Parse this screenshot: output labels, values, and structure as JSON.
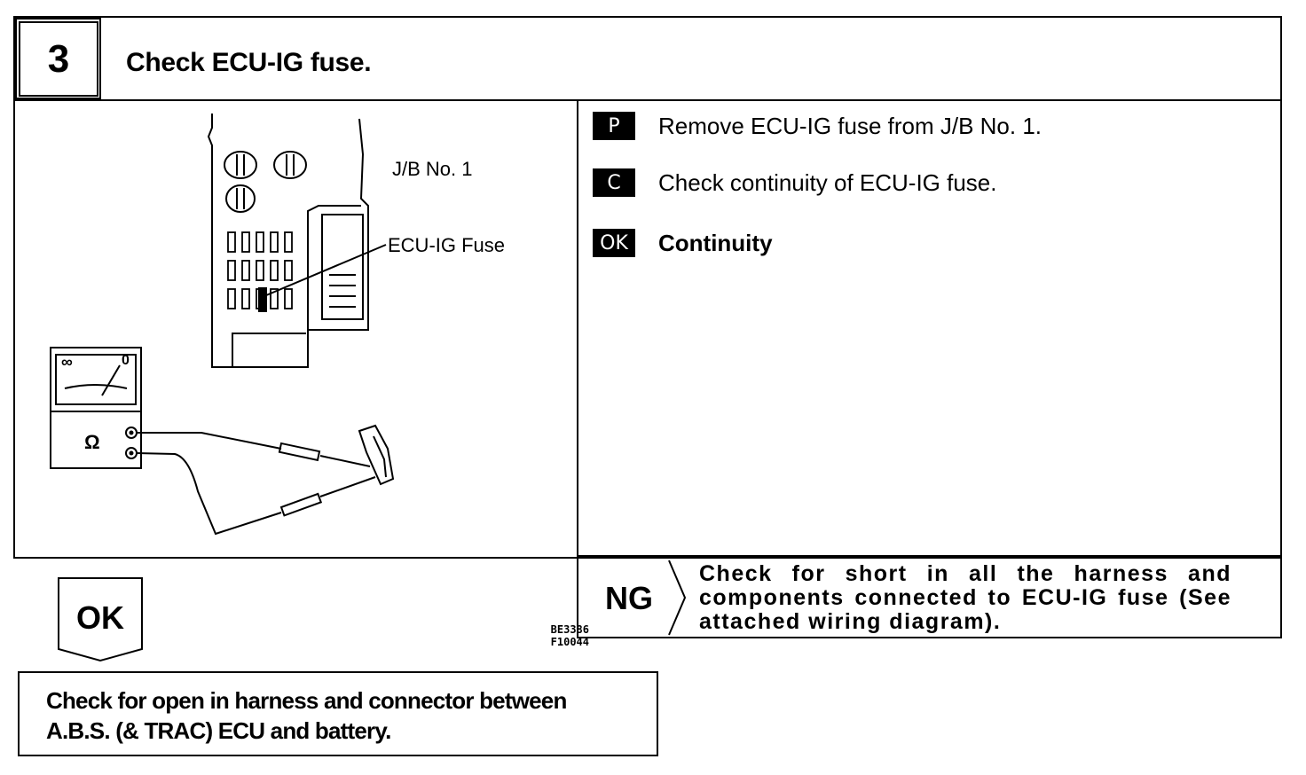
{
  "step": {
    "number": "3",
    "title": "Check ECU-IG fuse."
  },
  "figure": {
    "label_jb": "J/B No. 1",
    "label_fuse": "ECU-IG Fuse",
    "meter_infinity": "∞",
    "meter_zero": "0",
    "meter_ohm": "Ω",
    "code_line1": "BE3386",
    "code_line2": "F10044"
  },
  "instructions": [
    {
      "tag": "P",
      "text": "Remove ECU-IG fuse from J/B No. 1."
    },
    {
      "tag": "C",
      "text": "Check continuity of ECU-IG fuse."
    },
    {
      "tag": "OK",
      "text": "Continuity"
    }
  ],
  "ng": {
    "label": "NG",
    "text": "Check for short in all the harness and components connected to ECU-IG fuse (See attached wiring diagram)."
  },
  "ok": {
    "label": "OK"
  },
  "next": {
    "line1": "Check for open in harness and connector between",
    "line2": "A.B.S. (& TRAC) ECU and battery."
  }
}
